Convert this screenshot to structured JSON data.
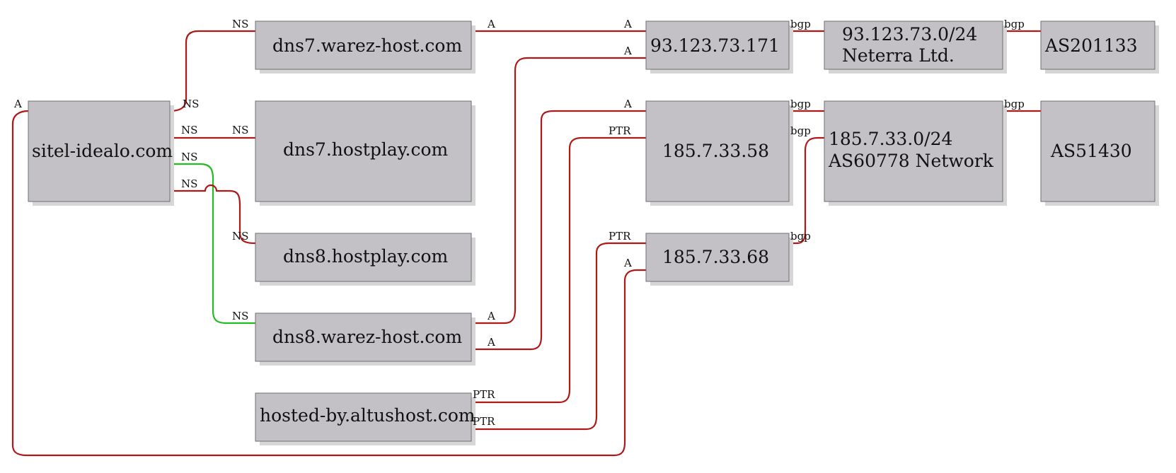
{
  "colors": {
    "edge_default": "#b01818",
    "edge_highlight": "#22bb22",
    "node_fill": "#c4c1c6"
  },
  "nodes": {
    "sitel": {
      "lines": [
        "sitel-idealo.com"
      ]
    },
    "dns7warez": {
      "lines": [
        "dns7.warez-host.com"
      ]
    },
    "dns7hostplay": {
      "lines": [
        "dns7.hostplay.com"
      ]
    },
    "dns8hostplay": {
      "lines": [
        "dns8.hostplay.com"
      ]
    },
    "dns8warez": {
      "lines": [
        "dns8.warez-host.com"
      ]
    },
    "hostedby": {
      "lines": [
        "hosted-by.altushost.com"
      ]
    },
    "ip171": {
      "lines": [
        "93.123.73.171"
      ]
    },
    "ip58": {
      "lines": [
        "185.7.33.58"
      ]
    },
    "ip68": {
      "lines": [
        "185.7.33.68"
      ]
    },
    "net93": {
      "lines": [
        "93.123.73.0/24",
        "Neterra Ltd."
      ]
    },
    "net185": {
      "lines": [
        "185.7.33.0/24",
        "AS60778 Network"
      ]
    },
    "as201133": {
      "lines": [
        "AS201133"
      ]
    },
    "as51430": {
      "lines": [
        "AS51430"
      ]
    }
  },
  "edges": [
    {
      "id": "sitel-dns7warez",
      "from": "sitel",
      "to": "dns7warez",
      "label_from": "NS",
      "label_to": "NS",
      "highlight": false
    },
    {
      "id": "sitel-dns7hostplay",
      "from": "sitel",
      "to": "dns7hostplay",
      "label_from": "NS",
      "label_to": "NS",
      "highlight": false
    },
    {
      "id": "sitel-dns8warez",
      "from": "sitel",
      "to": "dns8warez",
      "label_from": "NS",
      "label_to": "NS",
      "highlight": true
    },
    {
      "id": "sitel-dns8hostplay",
      "from": "sitel",
      "to": "dns8hostplay",
      "label_from": "NS",
      "label_to": "NS",
      "highlight": false
    },
    {
      "id": "dns7warez-ip171",
      "from": "dns7warez",
      "to": "ip171",
      "label_from": "A",
      "label_to": "A",
      "highlight": false
    },
    {
      "id": "dns8warez-ip171",
      "from": "dns8warez",
      "to": "ip171",
      "label_from": "A",
      "label_to": "A",
      "highlight": false
    },
    {
      "id": "dns8warez-ip58",
      "from": "dns8warez",
      "to": "ip58",
      "label_from": "A",
      "label_to": "A",
      "highlight": false
    },
    {
      "id": "hostedby-ip58",
      "from": "hostedby",
      "to": "ip58",
      "label_from": "PTR",
      "label_to": "PTR",
      "highlight": false
    },
    {
      "id": "hostedby-ip68",
      "from": "hostedby",
      "to": "ip68",
      "label_from": "PTR",
      "label_to": "PTR",
      "highlight": false
    },
    {
      "id": "sitel-ip68",
      "from": "sitel",
      "to": "ip68",
      "label_from": "A",
      "label_to": "A",
      "highlight": false
    },
    {
      "id": "ip171-net93",
      "from": "ip171",
      "to": "net93",
      "label_from": "bgp",
      "label_to": "",
      "highlight": false
    },
    {
      "id": "net93-as201133",
      "from": "net93",
      "to": "as201133",
      "label_from": "bgp",
      "label_to": "",
      "highlight": false
    },
    {
      "id": "ip58-net185",
      "from": "ip58",
      "to": "net185",
      "label_from": "bgp",
      "label_to": "",
      "highlight": false
    },
    {
      "id": "ip68-net185",
      "from": "ip68",
      "to": "net185",
      "label_from": "bgp",
      "label_to": "bgp",
      "highlight": false
    },
    {
      "id": "net185-as51430",
      "from": "net185",
      "to": "as51430",
      "label_from": "bgp",
      "label_to": "",
      "highlight": false
    }
  ]
}
